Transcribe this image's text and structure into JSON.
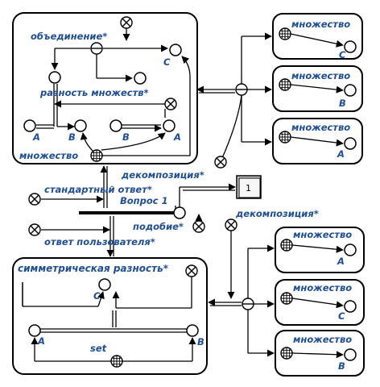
{
  "labels": {
    "union": "объединение*",
    "set_difference": "разность множеств*",
    "set_main": "множество",
    "decomposition_top": "декомпозиция*",
    "standard_answer": "стандартный ответ*",
    "question": "Вопрос 1",
    "similarity": "подобие*",
    "decomposition_bottom": "декомпозиция*",
    "user_answer": "ответ пользователя*",
    "sym_difference": "симметрическая разность*",
    "set_op": "set",
    "output_value": "1"
  },
  "var": {
    "A": "A",
    "B": "B",
    "C": "C"
  },
  "right_sets": [
    {
      "title": "множество",
      "var": "C"
    },
    {
      "title": "множество",
      "var": "B"
    },
    {
      "title": "множество",
      "var": "A"
    },
    {
      "title": "множество",
      "var": "A"
    },
    {
      "title": "множество",
      "var": "C"
    },
    {
      "title": "множество",
      "var": "B"
    }
  ]
}
